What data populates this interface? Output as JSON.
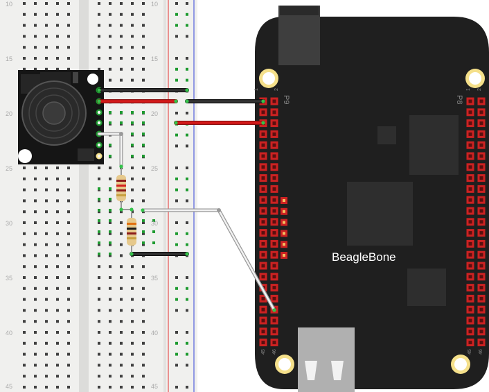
{
  "diagram": {
    "title": "Ultrasonic sensor wired to BeagleBone via breadboard",
    "breadboard": {
      "row_numbers": [
        "10",
        "15",
        "20",
        "25",
        "30",
        "35",
        "40",
        "45"
      ],
      "colors": {
        "board": "#f0f0ee",
        "divider": "#d8d8d6",
        "hole": "#404040",
        "hole_active": "#1e9b30",
        "rail_red": "#e53030",
        "rail_blue": "#3040d8"
      }
    },
    "beaglebone": {
      "label": "BeagleBone",
      "header_left": {
        "name": "P9",
        "pin_top_a": "1",
        "pin_top_b": "2",
        "pin_bottom_a": "45",
        "pin_bottom_b": "46"
      },
      "header_right": {
        "name": "P8",
        "pin_top_a": "1",
        "pin_top_b": "2",
        "pin_bottom_a": "45",
        "pin_bottom_b": "46"
      },
      "colors": {
        "pcb": "#1f1f1f",
        "header_pin": "#cc2222",
        "mount_hole": "#f5e08a",
        "label": "#ffffff"
      }
    },
    "sensor": {
      "name": "ultrasonic-range-finder",
      "colors": {
        "pcb": "#151515",
        "transducer": "#3a3a3a"
      }
    },
    "resistors": [
      {
        "name": "resistor-1",
        "bands": [
          "#8b1a1a",
          "#d42020",
          "#8b1a1a",
          "#c8a040"
        ]
      },
      {
        "name": "resistor-2",
        "bands": [
          "#e07010",
          "#1a1a1a",
          "#8b1a1a",
          "#c8a040"
        ]
      }
    ],
    "wires": {
      "black": "#222222",
      "red": "#d41a1a",
      "white": "#f2f2f2"
    }
  }
}
